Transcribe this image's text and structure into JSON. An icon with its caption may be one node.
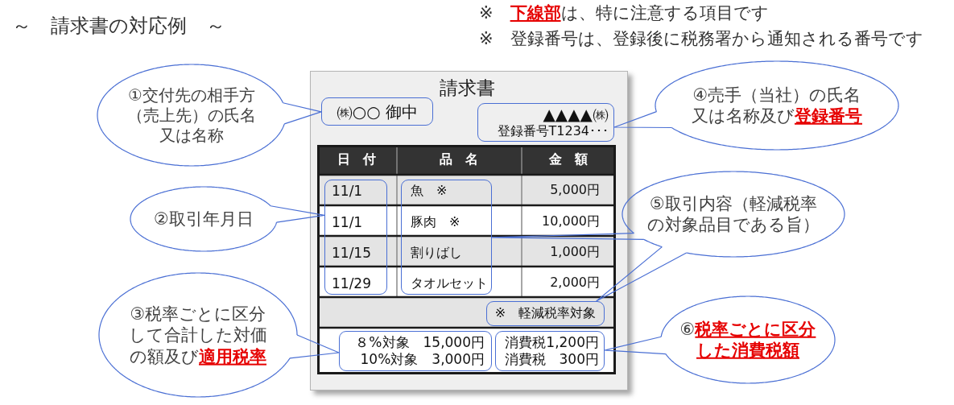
{
  "diagram": {
    "title": "～　請求書の対応例　～",
    "nodes": [
      {
        "text": [
          "①交付先の相手方（売上先）の氏名又は名称"
        ]
      },
      {
        "text": [
          "請求書"
        ]
      },
      {
        "text": [
          "㈱○○ 御中"
        ],
        "in": 1
      },
      {
        "text": [
          "▲▲▲▲㈱",
          "登録番号T1234･･･"
        ],
        "in": 1
      },
      {
        "text": [
          "④売手（当社）の氏名又は名称及び**登録番号**"
        ]
      },
      {
        "text": [
          "②取引年月日"
        ]
      },
      {
        "text": [
          "11/1",
          "11/1",
          "11/15",
          "11/29"
        ],
        "in": 1
      },
      {
        "text": [
          "魚　※",
          "豚肉　※",
          "割りばし",
          "タオルセット"
        ],
        "in": 1
      },
      {
        "text": [
          "⑤取引内容（軽減税率の対象品目である旨）"
        ]
      },
      {
        "text": [
          "※　軽減税率対象"
        ],
        "in": 1
      },
      {
        "text": [
          "③税率ごとに区分して合計した対価の額及び**適用税率**"
        ]
      },
      {
        "text": [
          "８%対象　15,000円",
          "10%対象　3,000円"
        ],
        "in": 1
      },
      {
        "text": [
          "消費税1,200円",
          "消費税　300円"
        ],
        "in": 1
      },
      {
        "text": [
          "⑥**税率ごとに区分した消費税額**"
        ]
      }
    ],
    "edges": [
      {
        "from": 0,
        "to": 2,
        "arrow": "none"
      },
      {
        "from": 4,
        "to": 3,
        "arrow": "none"
      },
      {
        "from": 5,
        "to": 6,
        "arrow": "none"
      },
      {
        "from": 8,
        "to": 7,
        "arrow": "none"
      },
      {
        "from": 8,
        "to": 9,
        "arrow": "none"
      },
      {
        "from": 10,
        "to": 11,
        "arrow": "none"
      },
      {
        "from": 13,
        "to": 12,
        "arrow": "none"
      }
    ],
    "labels": [
      "※　**下線部**は、特に注意する項目です",
      "※　登録番号は、登録後に税務署から通知される番号です",
      "日　付",
      "品　名",
      "金　額",
      "5,000円",
      "10,000円",
      "1,000円",
      "2,000円"
    ]
  }
}
